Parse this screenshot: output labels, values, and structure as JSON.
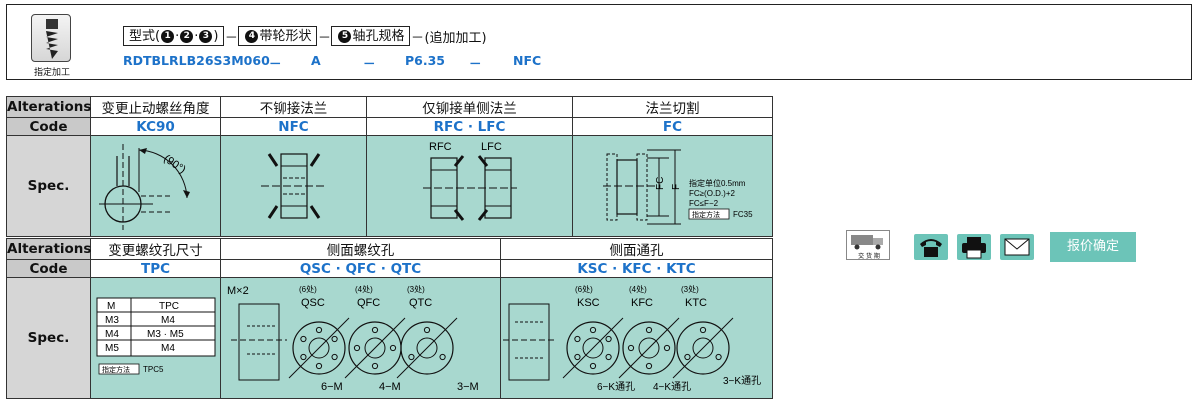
{
  "topbox": {
    "icon_label": "指定加工",
    "part1_label": "型式(",
    "part1_nums": [
      "1",
      "2",
      "3"
    ],
    "part1_close": ")",
    "sep": "－",
    "part2_num": "4",
    "part2_label": "带轮形状",
    "part3_num": "5",
    "part3_label": "轴孔规格",
    "part4_label": "(追加加工)",
    "values": {
      "model": "RDTBLRLB26S3M060",
      "shape": "A",
      "bore": "P6.35",
      "extra": "NFC"
    }
  },
  "table1": {
    "alt_header": "Alterations",
    "code_header": "Code",
    "spec_header": "Spec.",
    "columns": [
      {
        "alt": "变更止动螺丝角度",
        "code": "KC90"
      },
      {
        "alt": "不铆接法兰",
        "code": "NFC"
      },
      {
        "alt": "仅铆接单侧法兰",
        "code": "RFC · LFC"
      },
      {
        "alt": "法兰切割",
        "code": "FC"
      }
    ],
    "spec": {
      "kc_angle": "(90°)",
      "rfc": "RFC",
      "lfc": "LFC",
      "fc_label": "FC",
      "f_label": "F",
      "fc_note1": "指定单位0.5mm",
      "fc_note2": "FC≥(O.D.)+2",
      "fc_note3": "FC≤F−2",
      "fc_note4_box": "指定方法",
      "fc_note4_val": "FC35"
    }
  },
  "table2": {
    "alt_header": "Alterations",
    "code_header": "Code",
    "spec_header": "Spec.",
    "columns": [
      {
        "alt": "变更螺纹孔尺寸",
        "code": "TPC"
      },
      {
        "alt": "侧面螺纹孔",
        "code": "QSC · QFC · QTC"
      },
      {
        "alt": "侧面通孔",
        "code": "KSC · KFC · KTC"
      }
    ],
    "tpc_table": {
      "head": [
        "M",
        "TPC"
      ],
      "rows": [
        [
          "M3",
          "M4"
        ],
        [
          "M4",
          "M3 · M5"
        ],
        [
          "M5",
          "M4"
        ]
      ],
      "note_box": "指定方法",
      "note_val": "TPC5"
    },
    "side_thread": {
      "mx2": "M×2",
      "counts": [
        "(6处)",
        "(4处)",
        "(3处)"
      ],
      "codes": [
        "QSC",
        "QFC",
        "QTC"
      ],
      "labels": [
        "6−M",
        "4−M",
        "3−M"
      ]
    },
    "side_through": {
      "counts": [
        "(6处)",
        "(4处)",
        "(3处)"
      ],
      "codes": [
        "KSC",
        "KFC",
        "KTC"
      ],
      "labels": [
        "6−K通孔",
        "4−K通孔",
        "3−K通孔"
      ]
    }
  },
  "side": {
    "truck_label": "交 货 期",
    "price_button": "报价确定",
    "brand_color": "#6cc4b8"
  }
}
